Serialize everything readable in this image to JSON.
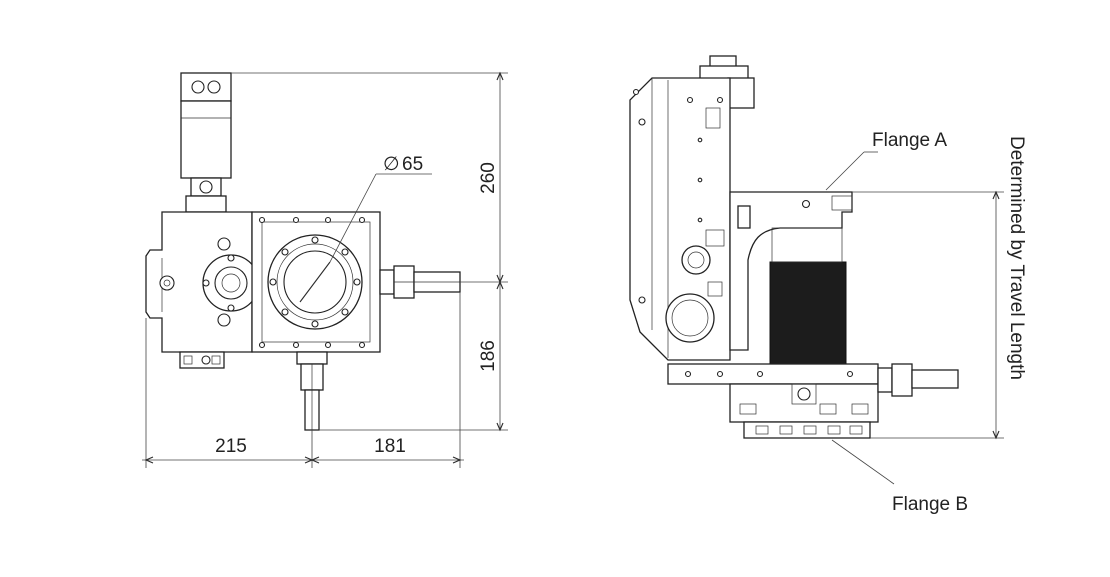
{
  "front_view": {
    "dimensions": {
      "motor_height": "260",
      "lower_height": "186",
      "left_width": "215",
      "right_width": "181",
      "bore_diameter": "65"
    },
    "diameter_symbol": "∅"
  },
  "side_view": {
    "flange_a_label": "Flange A",
    "flange_b_label": "Flange B",
    "travel_note": "Determined by Travel Length"
  },
  "colors": {
    "line": "#2b2b2b",
    "fill_dark": "#1c1c1c",
    "background": "#ffffff"
  }
}
